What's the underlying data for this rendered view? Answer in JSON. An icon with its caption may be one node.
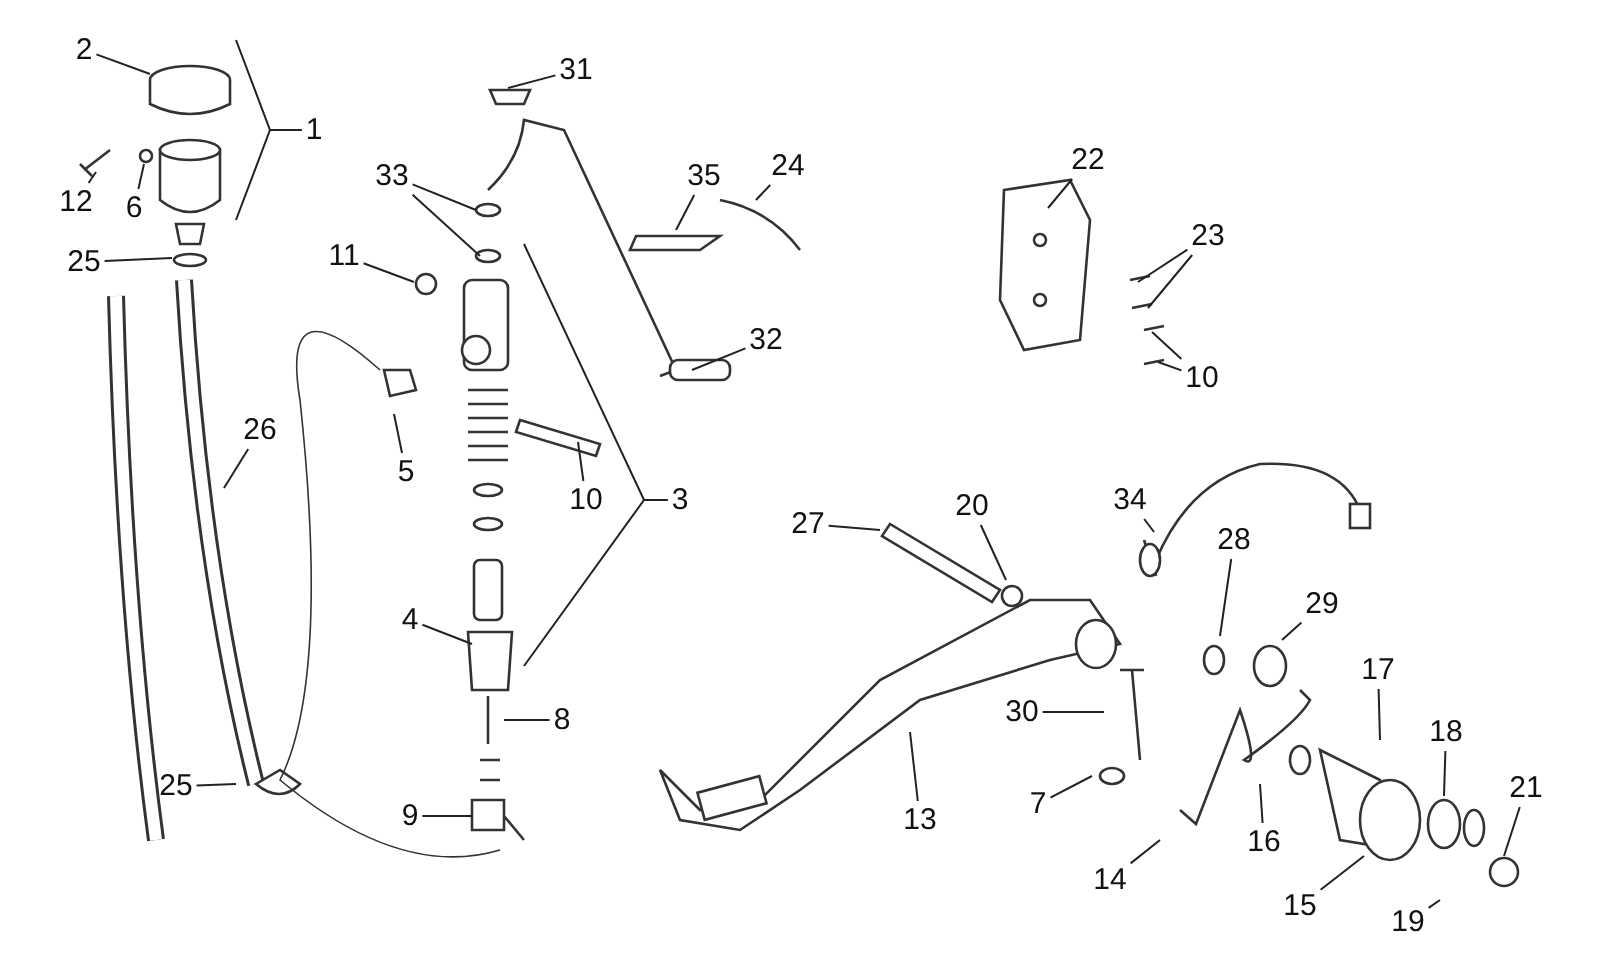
{
  "diagram": {
    "nodes": [
      {
        "text": [
          "2"
        ]
      },
      {
        "text": [
          "31"
        ]
      },
      {
        "text": [
          "1"
        ]
      },
      {
        "text": [
          "24"
        ]
      },
      {
        "text": [
          "22"
        ]
      },
      {
        "text": [
          "33"
        ]
      },
      {
        "text": [
          "35"
        ]
      },
      {
        "text": [
          "12"
        ]
      },
      {
        "text": [
          "6"
        ]
      },
      {
        "text": [
          "23"
        ]
      },
      {
        "text": [
          "11"
        ]
      },
      {
        "text": [
          "25"
        ]
      },
      {
        "text": [
          "32"
        ]
      },
      {
        "text": [
          "10"
        ]
      },
      {
        "text": [
          "26"
        ]
      },
      {
        "text": [
          "5"
        ]
      },
      {
        "text": [
          "10"
        ]
      },
      {
        "text": [
          "3"
        ]
      },
      {
        "text": [
          "34"
        ]
      },
      {
        "text": [
          "20"
        ]
      },
      {
        "text": [
          "27"
        ]
      },
      {
        "text": [
          "28"
        ]
      },
      {
        "text": [
          "29"
        ]
      },
      {
        "text": [
          "4"
        ]
      },
      {
        "text": [
          "17"
        ]
      },
      {
        "text": [
          "30"
        ]
      },
      {
        "text": [
          "8"
        ]
      },
      {
        "text": [
          "18"
        ]
      },
      {
        "text": [
          "25"
        ]
      },
      {
        "text": [
          "21"
        ]
      },
      {
        "text": [
          "13"
        ]
      },
      {
        "text": [
          "7"
        ]
      },
      {
        "text": [
          "9"
        ]
      },
      {
        "text": [
          "16"
        ]
      },
      {
        "text": [
          "14"
        ]
      },
      {
        "text": [
          "15"
        ]
      },
      {
        "text": [
          "19"
        ]
      }
    ],
    "edges": [
      {
        "from": 0,
        "to": null,
        "arrow": "none"
      },
      {
        "from": 1,
        "to": null,
        "arrow": "none"
      },
      {
        "from": 2,
        "to": null,
        "arrow": "none"
      },
      {
        "from": 2,
        "to": null,
        "arrow": "none"
      },
      {
        "from": 3,
        "to": null,
        "arrow": "none"
      },
      {
        "from": 4,
        "to": null,
        "arrow": "none"
      },
      {
        "from": 5,
        "to": null,
        "arrow": "none"
      },
      {
        "from": 5,
        "to": null,
        "arrow": "none"
      },
      {
        "from": 6,
        "to": null,
        "arrow": "none"
      },
      {
        "from": 7,
        "to": null,
        "arrow": "none"
      },
      {
        "from": 8,
        "to": null,
        "arrow": "none"
      },
      {
        "from": 9,
        "to": null,
        "arrow": "none"
      },
      {
        "from": 9,
        "to": null,
        "arrow": "none"
      },
      {
        "from": 10,
        "to": null,
        "arrow": "none"
      },
      {
        "from": 11,
        "to": null,
        "arrow": "none"
      },
      {
        "from": 12,
        "to": null,
        "arrow": "none"
      },
      {
        "from": 13,
        "to": null,
        "arrow": "none"
      },
      {
        "from": 13,
        "to": null,
        "arrow": "none"
      },
      {
        "from": 14,
        "to": null,
        "arrow": "none"
      },
      {
        "from": 15,
        "to": null,
        "arrow": "none"
      },
      {
        "from": 16,
        "to": null,
        "arrow": "none"
      },
      {
        "from": 17,
        "to": null,
        "arrow": "none"
      },
      {
        "from": 17,
        "to": null,
        "arrow": "none"
      },
      {
        "from": 18,
        "to": null,
        "arrow": "none"
      },
      {
        "from": 19,
        "to": null,
        "arrow": "none"
      },
      {
        "from": 20,
        "to": null,
        "arrow": "none"
      },
      {
        "from": 21,
        "to": null,
        "arrow": "none"
      },
      {
        "from": 22,
        "to": null,
        "arrow": "none"
      },
      {
        "from": 23,
        "to": null,
        "arrow": "none"
      },
      {
        "from": 24,
        "to": null,
        "arrow": "none"
      },
      {
        "from": 25,
        "to": null,
        "arrow": "none"
      },
      {
        "from": 26,
        "to": null,
        "arrow": "none"
      },
      {
        "from": 27,
        "to": null,
        "arrow": "none"
      },
      {
        "from": 28,
        "to": null,
        "arrow": "none"
      },
      {
        "from": 29,
        "to": null,
        "arrow": "none"
      },
      {
        "from": 30,
        "to": null,
        "arrow": "none"
      },
      {
        "from": 31,
        "to": null,
        "arrow": "none"
      },
      {
        "from": 32,
        "to": null,
        "arrow": "none"
      },
      {
        "from": 33,
        "to": null,
        "arrow": "none"
      },
      {
        "from": 34,
        "to": null,
        "arrow": "none"
      },
      {
        "from": 35,
        "to": null,
        "arrow": "none"
      },
      {
        "from": 36,
        "to": null,
        "arrow": "none"
      }
    ]
  }
}
